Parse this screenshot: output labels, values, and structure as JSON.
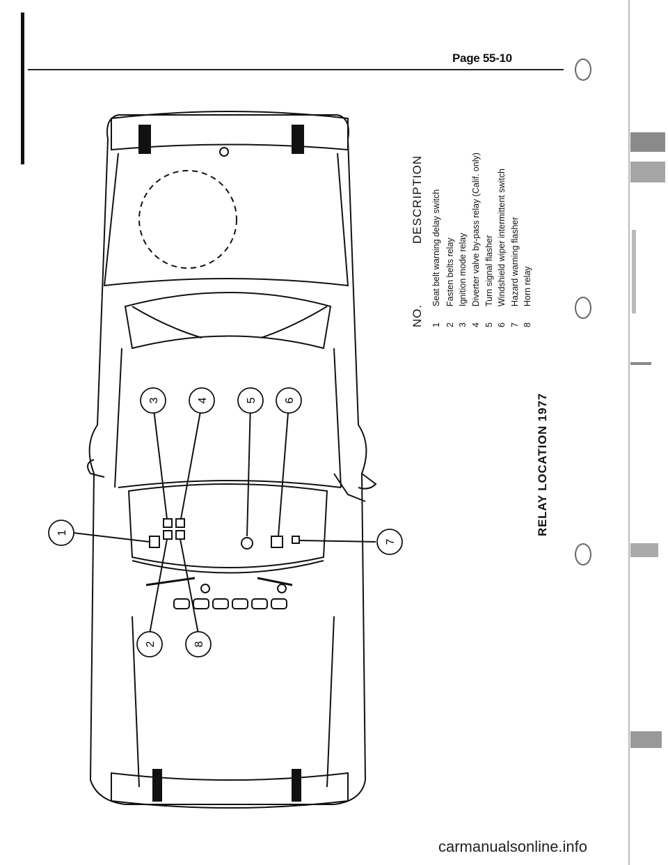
{
  "header": {
    "page_number": "Page 55-10"
  },
  "table": {
    "col_no": "NO.",
    "col_description": "DESCRIPTION",
    "rows": [
      {
        "no": "1",
        "description": "Seat belt warning delay switch"
      },
      {
        "no": "2",
        "description": "Fasten belts relay"
      },
      {
        "no": "3",
        "description": "Ignition mode relay"
      },
      {
        "no": "4",
        "description": "Diverter valve by-pass relay (Calif. only)"
      },
      {
        "no": "5",
        "description": "Turn signal flasher"
      },
      {
        "no": "6",
        "description": "Windshield wiper intermittent switch"
      },
      {
        "no": "7",
        "description": "Hazard warning flasher"
      },
      {
        "no": "8",
        "description": "Horn relay"
      }
    ]
  },
  "caption": "RELAY LOCATION 1977",
  "diagram": {
    "callouts": [
      "1",
      "2",
      "3",
      "4",
      "5",
      "6",
      "7",
      "8"
    ]
  },
  "footer": {
    "watermark": "carmanualsonline.info"
  }
}
